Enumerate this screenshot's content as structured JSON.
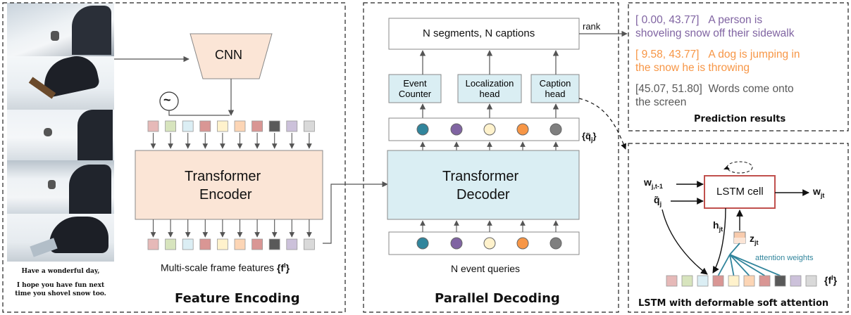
{
  "panels": {
    "feature_encoding": "Feature Encoding",
    "parallel_decoding": "Parallel Decoding",
    "lstm_attention": "LSTM with deformable soft attention",
    "prediction_results": "Prediction results"
  },
  "video_card": {
    "line1": "Have a wonderful day,",
    "line2": "I hope you have fun next",
    "line3": "time you shovel snow too."
  },
  "encoder": {
    "cnn": "CNN",
    "pos_symbol": "~",
    "transformer_line1": "Transformer",
    "transformer_line2": "Encoder",
    "features_label": "Multi-scale frame features ",
    "features_symbol": "{f",
    "features_sup": "l",
    "features_close": "}"
  },
  "decoder": {
    "output_box": "N segments, N captions",
    "rank": "rank",
    "event_counter_line1": "Event",
    "event_counter_line2": "Counter",
    "localization_line1": "Localization",
    "localization_line2": "head",
    "caption_line1": "Caption",
    "caption_line2": "head",
    "transformer_line1": "Transformer",
    "transformer_line2": "Decoder",
    "queries_label": "N event queries",
    "query_set": "{q̃",
    "query_sub": "j",
    "query_close": "}"
  },
  "predictions": [
    {
      "time": "[ 0.00, 43.77]",
      "text_a": "A person is",
      "text_b": "shoveling snow off their sidewalk",
      "color": "#8064A2"
    },
    {
      "time": "[ 9.58, 43.77]",
      "text_a": "A dog is jumping in",
      "text_b": "the snow he is throwing",
      "color": "#F79646"
    },
    {
      "time": "[45.07, 51.80]",
      "text_a": "Words come onto",
      "text_b": "the screen",
      "color": "#595959"
    }
  ],
  "lstm": {
    "cell": "LSTM cell",
    "w_in": "w",
    "w_in_sub": "j,t-1",
    "q_in": "q̃",
    "q_in_sub": "j",
    "w_out": "w",
    "w_out_sub": "jt",
    "h": "h",
    "h_sub": "jt",
    "z": "z",
    "z_sub": "jt",
    "attention_weights": "attention weights",
    "features_symbol": "{f",
    "features_sup": "l",
    "features_close": "}"
  },
  "colors": {
    "feature_tokens": [
      "#E6B9B8",
      "#D7E4BD",
      "#DBEEF4",
      "#D99694",
      "#FFF2CC",
      "#FCD5B5",
      "#D99694",
      "#595959",
      "#CCC1DA",
      "#D9D9D9"
    ],
    "query_dots": [
      "#31859C",
      "#8064A2",
      "#FFF2CC",
      "#F79646",
      "#7F7F7F"
    ],
    "encoder_fill": "#FBE5D6",
    "decoder_fill": "#DAEEF3",
    "lstm_border": "#C0504D",
    "attention_line": "#31859C"
  }
}
